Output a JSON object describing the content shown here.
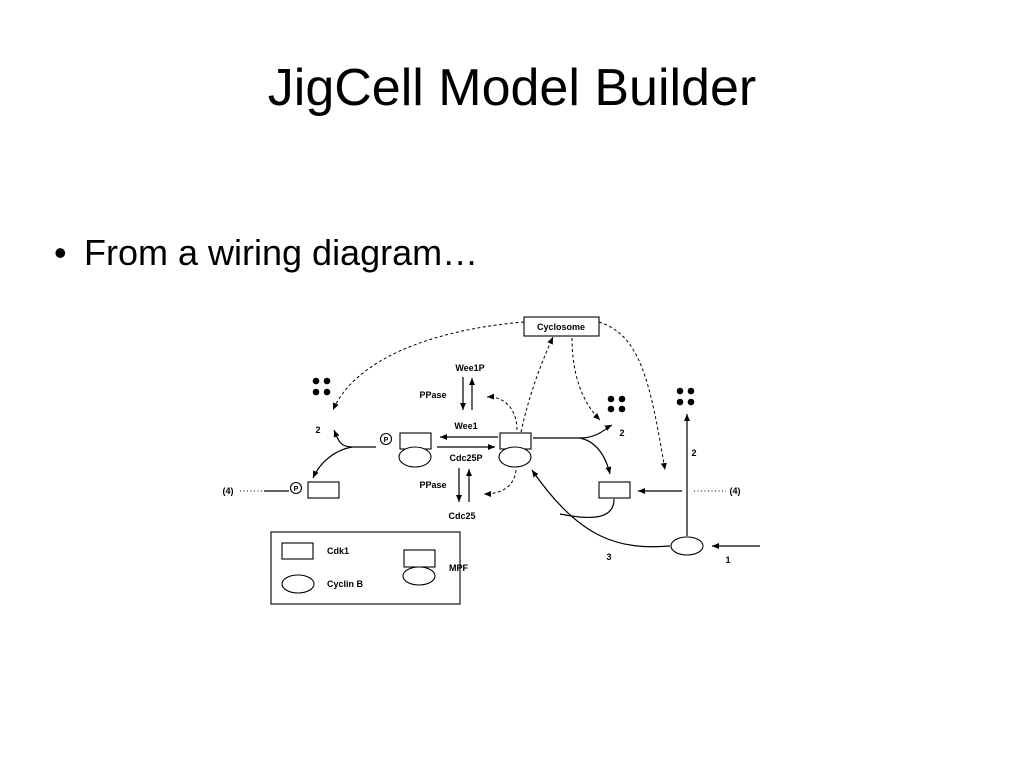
{
  "slide": {
    "title": "JigCell Model Builder",
    "bullet_symbol": "•",
    "bullet_text": "From a wiring diagram…"
  },
  "diagram": {
    "cyclosome": "Cyclosome",
    "wee1p": "Wee1P",
    "ppase_top": "PPase",
    "wee1": "Wee1",
    "cdc25p": "Cdc25P",
    "ppase_bottom": "PPase",
    "cdc25": "Cdc25",
    "p_top": "P",
    "p_bottom": "P",
    "num_2_left": "2",
    "num_2_mid": "2",
    "num_2_right": "2",
    "num_3": "3",
    "num_1": "1",
    "num_4_left": "(4)",
    "num_4_right": "(4)",
    "legend": {
      "cdk1": "Cdk1",
      "cyclin_b": "Cyclin B",
      "mpf": "MPF"
    }
  }
}
